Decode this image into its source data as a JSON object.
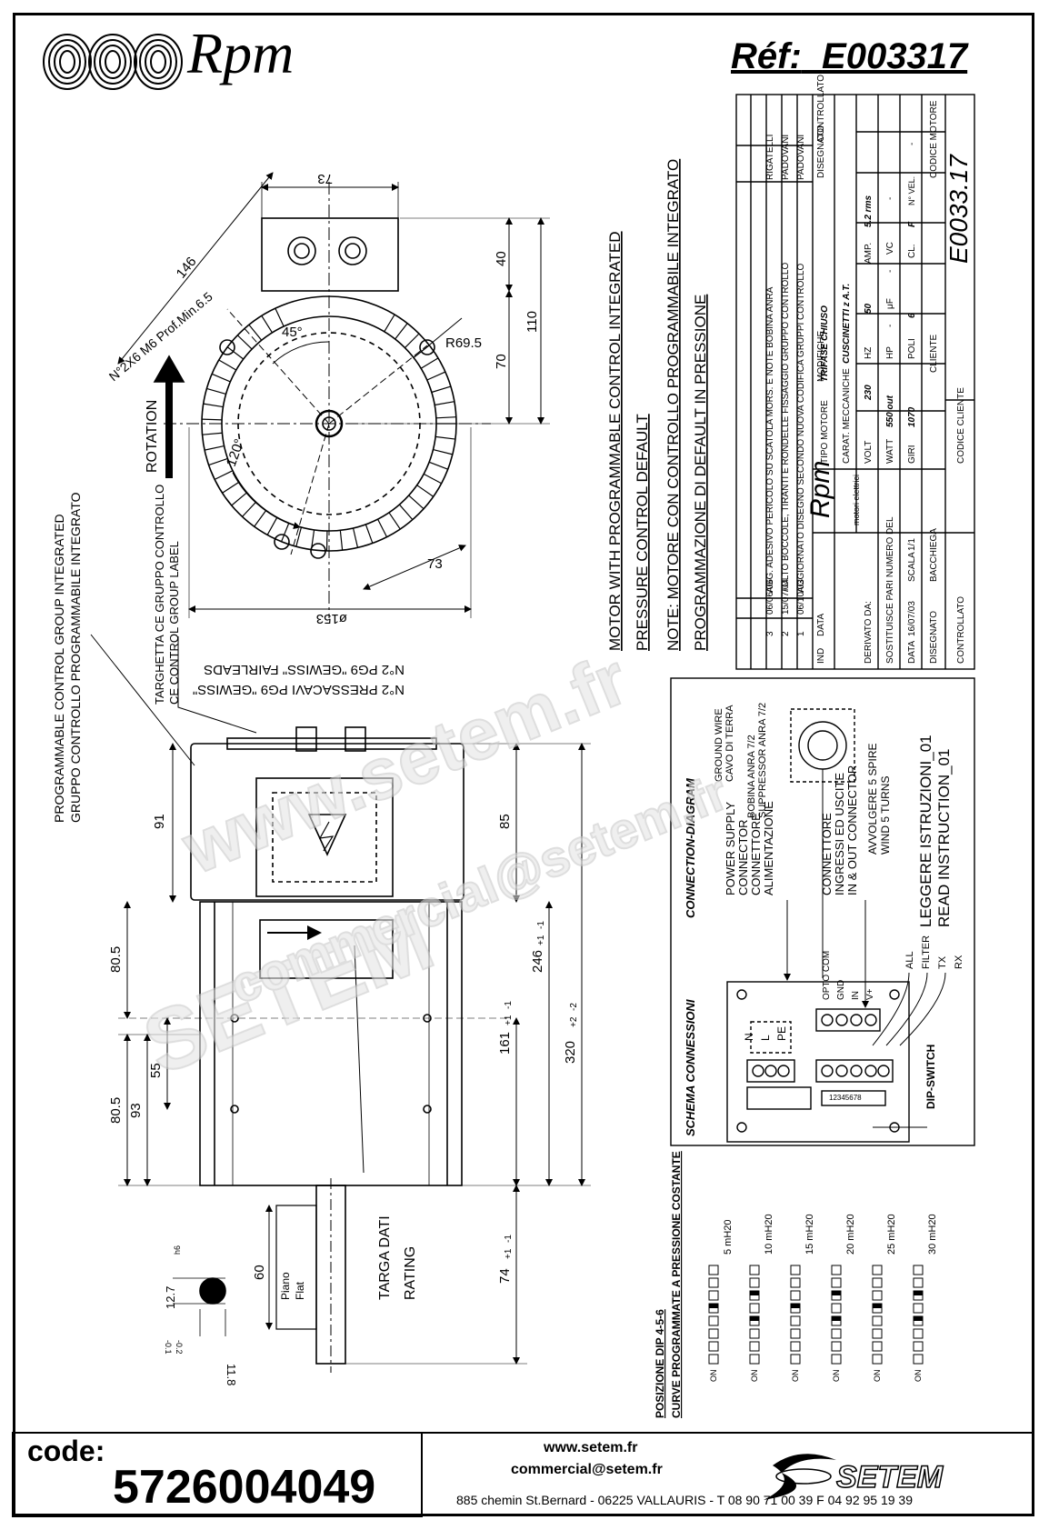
{
  "header": {
    "brand": "Rpm",
    "ref_label": "Réf:",
    "ref_value": "E003317"
  },
  "front_view": {
    "dims": [
      "73",
      "146",
      "40",
      "110",
      "70",
      "R69.5",
      "45°",
      "120°",
      "73",
      "ø153"
    ],
    "hole_note": "N°2X6 M6 Prof.Min.6.5",
    "rotation": "ROTATION"
  },
  "side_view": {
    "pg_note_1": "N°2 PG9 \"GEWISS\" FAIRLEADS",
    "pg_note_2": "N°2 PRESSACAVI PG9 \"GEWISS\"",
    "ce_label_1": "TARGHETTA CE GRUPPO CONTROLLO",
    "ce_label_2": "CE CONTROL GROUP LABEL",
    "pcg_1": "PROGRAMMABLE CONTROL GROUP INTEGRATED",
    "pcg_2": "GRUPPO CONTROLLO PROGRAMMABILE INTEGRATO",
    "dims": [
      "91",
      "85",
      "80.5",
      "246",
      "55",
      "93",
      "161",
      "320",
      "80.5",
      "74",
      "60"
    ],
    "tol_plus": "+1",
    "tol_minus": "-1",
    "tol_plus2": "+2",
    "tol_minus2": "-2",
    "targa_1": "TARGA DATI",
    "targa_2": "RATING",
    "piano": "Piano",
    "flat": "Flat",
    "shaft_dims": [
      "12.7",
      "11.8",
      "h6",
      "-0.1",
      "-0.2"
    ]
  },
  "notes": {
    "line1": "MOTOR WITH PROGRAMMABLE CONTROL INTEGRATED",
    "line2": "PRESSURE CONTROL DEFAULT",
    "line3": "NOTE: MOTORE CON CONTROLLO PROGRAMMABILE INTEGRATO",
    "line4": "PROGRAMMAZIONE DI DEFAULT IN PRESSIONE"
  },
  "title_block": {
    "revisions": [
      [
        "3",
        "06/06/06",
        "AGG. ADESIVO PERICOLO SU SCATOLA MORS. E NOTE BOBINA ANRA",
        "RIGATELLI"
      ],
      [
        "2",
        "15/07/04",
        "TOLTO BOCCOLE, TIRANTI E RONDELLE FISSAGGIO GRUPPO CONTROLLO",
        "PADOVANI"
      ],
      [
        "1",
        "06/10/03",
        "AGGIORNATO DISEGNO SECONDO NUOVA CODIFICA GRUPPI CONTROLLO",
        "PADOVANI"
      ]
    ],
    "hdr": [
      "IND",
      "DATA",
      "MODIFICHE",
      "DISEGNATO",
      "CONTROLLATO"
    ],
    "derivato": "DERIVATO DA:",
    "sostituisce": "SOSTITUISCE PARI NUMERO DEL",
    "data_label": "DATA",
    "data_val": "16/07/03",
    "scala_label": "SCALA",
    "scala_val": "1/1",
    "disegnato_label": "DISEGNATO",
    "disegnato_val": "BACCHIEGA",
    "controllato_label": "CONTROLLATO",
    "rpm_sub": "motori elettrici",
    "tipo_motore_label": "TIPO MOTORE",
    "tipo_motore_val": "TRIFASE CHIUSO",
    "carat_label": "CARAT. MECCANICHE",
    "carat_val": "CUSCINETTI z A.T.",
    "volt_label": "VOLT",
    "volt_val": "230",
    "hz_label": "HZ",
    "hz_val": "50",
    "amp_label": "AMP.",
    "amp_val": "5.2 rms",
    "watt_label": "WATT",
    "watt_val": "550 out",
    "hp_label": "HP",
    "hp_val": "-",
    "uf_label": "μF",
    "uf_val": "-",
    "vc_label": "VC",
    "vc_val": "-",
    "giri_label": "GIRI",
    "giri_val": "1070",
    "poli_label": "POLI",
    "poli_val": "6",
    "cl_label": "CL.",
    "cl_val": "F",
    "nvel_label": "N° VEL.",
    "nvel_val": "-",
    "cliente_label": "CLIENTE",
    "codice_motore_label": "CODICE MOTORE",
    "codice_motore_val": "E0033.17",
    "codice_cliente_label": "CODICE CLIENTE"
  },
  "connection": {
    "title_it": "SCHEMA CONNESSIONI",
    "title_en": "CONNECTION-DIAGRAM",
    "power_1": "POWER SUPPLY",
    "power_2": "CONNECTOR",
    "power_3": "CONNETTORE",
    "power_4": "ALIMENTAZIONE",
    "io_1": "CONNETTORE",
    "io_2": "INGRESSI ED USCITE",
    "io_3": "IN & OUT CONNECTOR",
    "ground_1": "GROUND WIRE",
    "ground_2": "CAVO DI TERRA",
    "bobina": "BOBINA ANRA 7/2",
    "suppressor": "SUPPRESSOR ANRA 7/2",
    "avv_1": "AVVOLGERE 5 SPIRE",
    "avv_2": "WIND 5 TURNS",
    "leggere": "LEGGERE ISTRUZIONI_01",
    "read": "READ INSTRUCTION_01",
    "dip_switch": "DIP-SWITCH",
    "terms_left": [
      "N",
      "L",
      "PE"
    ],
    "terms_right": [
      "OPTO COM",
      "GND",
      "IN",
      "V+"
    ],
    "wires": [
      "ALL",
      "FILTER",
      "TX",
      "RX"
    ],
    "dip_numbers": "12345678"
  },
  "dip_positions": {
    "title_1": "POSIZIONE DIP 4-5-6",
    "title_2": "CURVE PROGRAMMATE A PRESSIONE COSTANTE",
    "on": "ON",
    "settings": [
      "5 mH20",
      "10 mH20",
      "15 mH20",
      "20 mH20",
      "25 mH20",
      "30 mH20"
    ]
  },
  "watermark": {
    "line1": "www.setem.fr",
    "line2": "commercial@setem.fr",
    "line3": "SETEM"
  },
  "footer": {
    "code_label": "code:",
    "code_value": "5726004049",
    "web": "www.setem.fr",
    "email": "commercial@setem.fr",
    "brand": "SETEM",
    "address": "885 chemin St.Bernard  -  06225 VALLAURIS  -  T 08 90 71 00 39  F 04 92 95 19 39"
  }
}
